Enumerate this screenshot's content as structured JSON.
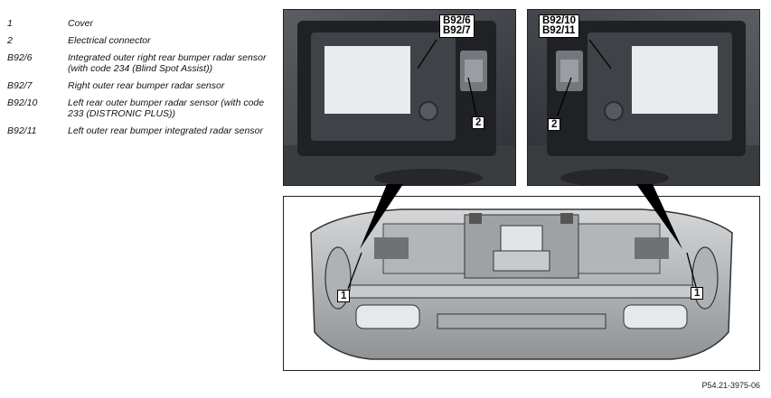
{
  "legend": [
    {
      "key": "1",
      "desc": "Cover"
    },
    {
      "key": "2",
      "desc": "Electrical connector"
    },
    {
      "key": "B92/6",
      "desc": "Integrated outer right rear bumper radar sensor (with code 234 (Blind Spot Assist))"
    },
    {
      "key": "B92/7",
      "desc": "Right outer rear bumper radar sensor"
    },
    {
      "key": "B92/10",
      "desc": "Left rear outer bumper radar sensor (with code 233 (DISTRONIC PLUS))"
    },
    {
      "key": "B92/11",
      "desc": "Left outer rear bumper integrated radar sensor"
    }
  ],
  "callouts": {
    "right_sensor": {
      "line1": "B92/6",
      "line2": "B92/7"
    },
    "left_sensor": {
      "line1": "B92/10",
      "line2": "B92/11"
    },
    "connector_left_photo": "2",
    "connector_right_photo": "2",
    "cover_left": "1",
    "cover_right": "1"
  },
  "figure_ref": "P54.21-3975-06"
}
